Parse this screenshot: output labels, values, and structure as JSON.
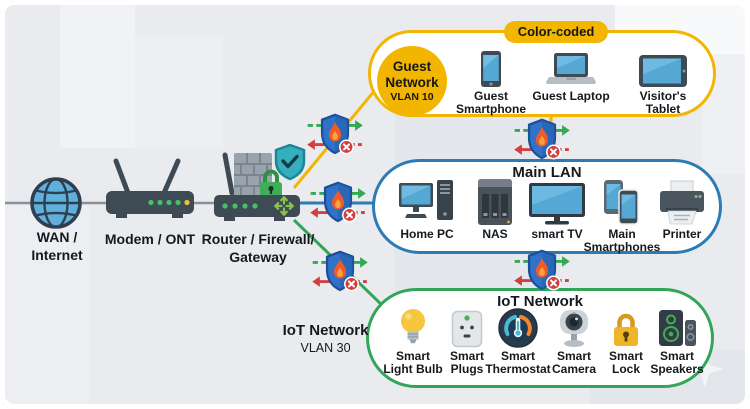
{
  "colors": {
    "guest": "#f2b600",
    "main": "#2c7bb5",
    "iot": "#33a558",
    "wire_gray": "#8a9299",
    "allow_green": "#34a853",
    "deny_red": "#d23f3f",
    "shield_blue": "#2f72c8",
    "flame_orange": "#f05a28",
    "device_dark": "#3e4a54",
    "screen_blue": "#56a8d4",
    "background": "#e9ebef",
    "text": "#15191d"
  },
  "legend_badge": "Color-coded",
  "wan": {
    "label": "WAN /\nInternet",
    "icon": "globe-icon"
  },
  "modem": {
    "label": "Modem / ONT",
    "icon": "modem-icon"
  },
  "router": {
    "label": "Router / Firewall/\nGateway",
    "icon": "router-firewall-icon"
  },
  "branches": {
    "guest": {
      "bubble_name": "Guest\nNetwork",
      "bubble_vlan": "VLAN 10"
    },
    "iot": {
      "label_title": "IoT Network",
      "label_vlan": "VLAN 30"
    }
  },
  "networks": {
    "guest": {
      "devices": [
        {
          "icon": "smartphone-icon",
          "label": "Guest\nSmartphone"
        },
        {
          "icon": "laptop-icon",
          "label": "Guest Laptop"
        },
        {
          "icon": "tablet-icon",
          "label": "Visitor's Tablet"
        }
      ]
    },
    "main": {
      "title": "Main LAN",
      "devices": [
        {
          "icon": "desktop-pc-icon",
          "label": "Home PC"
        },
        {
          "icon": "nas-icon",
          "label": "NAS"
        },
        {
          "icon": "smart-tv-icon",
          "label": "smart TV"
        },
        {
          "icon": "smartphones-icon",
          "label": "Main\nSmartphones"
        },
        {
          "icon": "printer-icon",
          "label": "Printer"
        }
      ]
    },
    "iot": {
      "title": "IoT Network",
      "devices": [
        {
          "icon": "light-bulb-icon",
          "label": "Smart\nLight Bulb"
        },
        {
          "icon": "smart-plug-icon",
          "label": "Smart\nPlugs"
        },
        {
          "icon": "thermostat-icon",
          "label": "Smart\nThermostat"
        },
        {
          "icon": "camera-icon",
          "label": "Smart\nCamera"
        },
        {
          "icon": "lock-icon",
          "label": "Smart\nLock"
        },
        {
          "icon": "speakers-icon",
          "label": "Smart\nSpeakers"
        }
      ]
    }
  },
  "links": [
    {
      "from": "WAN / Internet",
      "to": "Modem / ONT",
      "color": "gray"
    },
    {
      "from": "Modem / ONT",
      "to": "Router / Firewall/ Gateway",
      "color": "gray"
    },
    {
      "from": "Router",
      "to": "Guest Network VLAN 10",
      "color": "yellow",
      "firewalled": true
    },
    {
      "from": "Router",
      "to": "Main LAN",
      "color": "blue",
      "firewalled": true
    },
    {
      "from": "Router",
      "to": "IoT Network VLAN 30",
      "color": "green",
      "firewalled": true
    },
    {
      "from": "Guest Network",
      "to": "Main LAN",
      "color": "yellow",
      "firewalled": true
    },
    {
      "from": "Main LAN",
      "to": "IoT Network",
      "color": "blue",
      "firewalled": true
    }
  ]
}
